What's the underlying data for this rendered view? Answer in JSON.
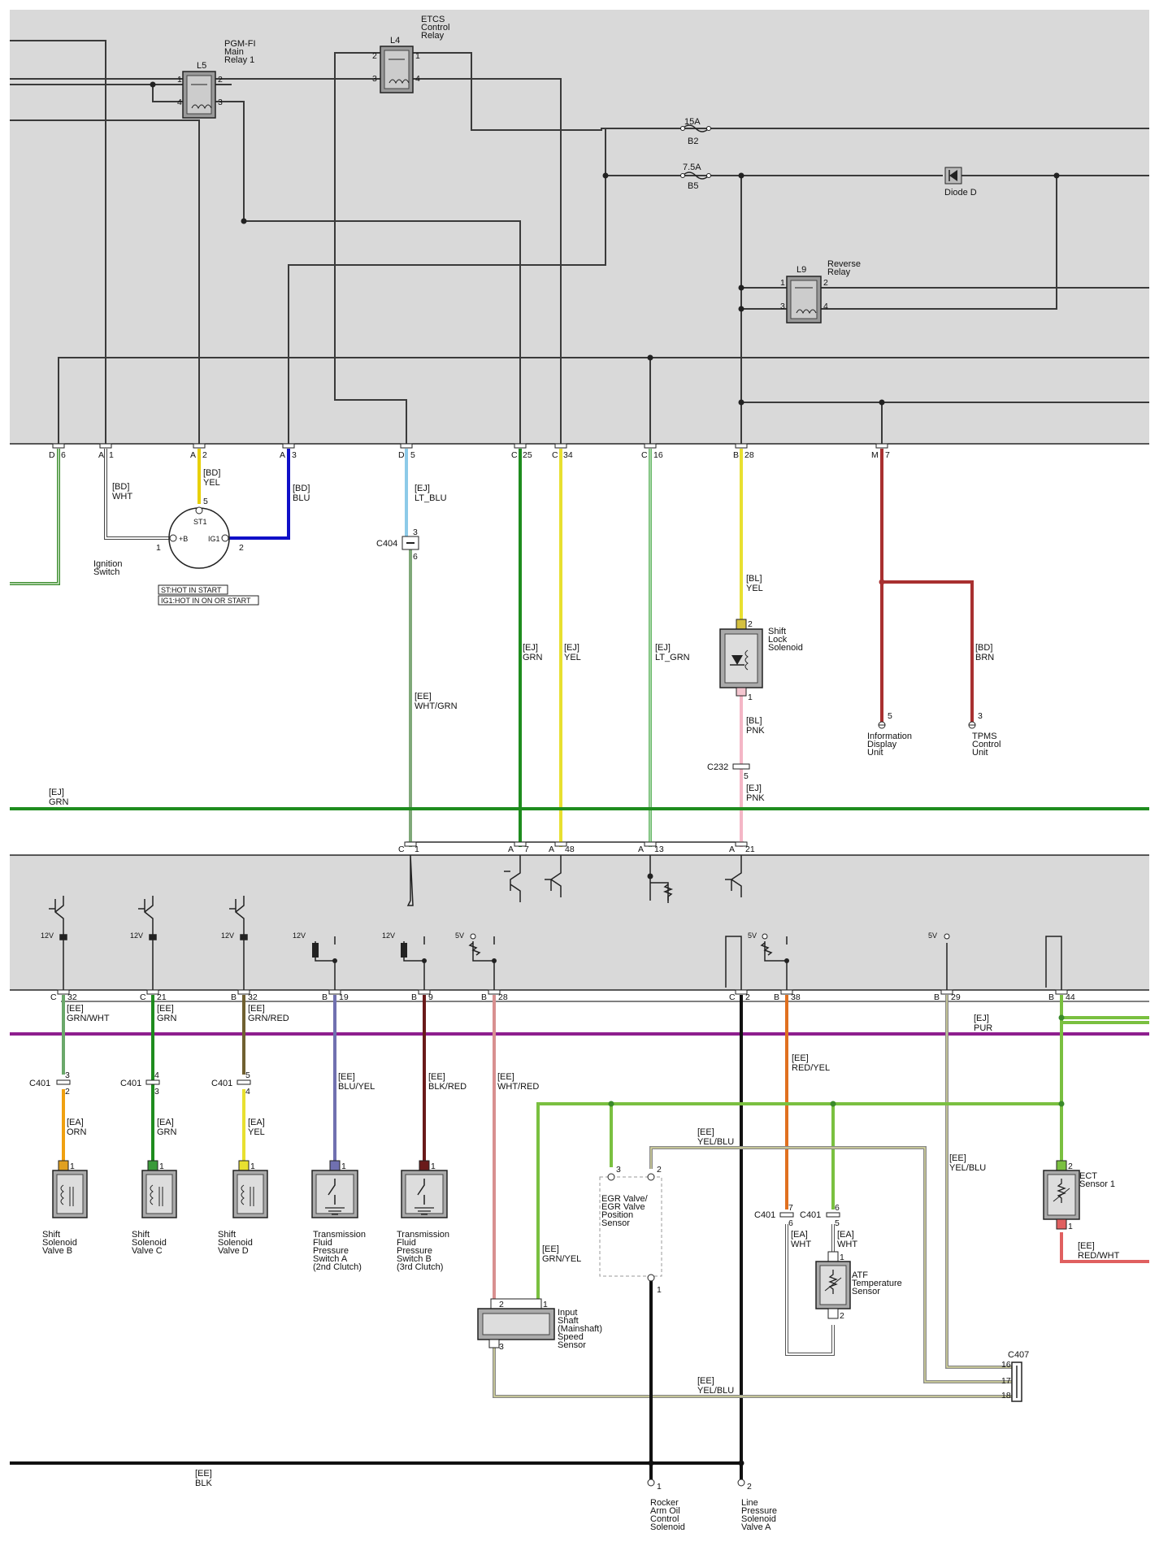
{
  "components": {
    "l5": {
      "ref": "L5",
      "name": [
        "PGM-FI",
        "Main",
        "Relay 1"
      ],
      "pins": [
        "1",
        "2",
        "4",
        "3"
      ]
    },
    "l4": {
      "ref": "L4",
      "name": [
        "ETCS",
        "Control",
        "Relay"
      ],
      "pins": [
        "2",
        "1",
        "3",
        "4"
      ]
    },
    "l9": {
      "ref": "L9",
      "name": [
        "Reverse",
        "Relay"
      ],
      "pins": [
        "1",
        "2",
        "3",
        "4"
      ]
    },
    "fuse_b2": {
      "rating": "15A",
      "ref": "B2"
    },
    "fuse_b5": {
      "rating": "7.5A",
      "ref": "B5"
    },
    "diode_d": {
      "label": "Diode D"
    },
    "ignition": {
      "name": [
        "Ignition",
        "Switch"
      ],
      "st1": "ST1",
      "plus_b": "+B",
      "ig1": "IG1",
      "pin5": "5",
      "pin1": "1",
      "pin2": "2",
      "note1": "ST:HOT IN START",
      "note2": "IG1:HOT IN ON OR START"
    },
    "shift_lock": {
      "name": [
        "Shift",
        "Lock",
        "Solenoid"
      ],
      "pin2": "2",
      "pin1": "1"
    },
    "info_display": {
      "name": [
        "Information",
        "Display",
        "Unit"
      ],
      "pin": "5"
    },
    "tpms": {
      "name": [
        "TPMS",
        "Control",
        "Unit"
      ],
      "pin": "3"
    },
    "c404": {
      "ref": "C404",
      "pin_a": "3",
      "pin_b": "6"
    },
    "c232": {
      "ref": "C232",
      "pin": "5"
    },
    "ssv_b": {
      "name": [
        "Shift",
        "Solenoid",
        "Valve B"
      ],
      "pin": "1"
    },
    "ssv_c": {
      "name": [
        "Shift",
        "Solenoid",
        "Valve C"
      ],
      "pin": "1"
    },
    "ssv_d": {
      "name": [
        "Shift",
        "Solenoid",
        "Valve D"
      ],
      "pin": "1"
    },
    "tfps_a": {
      "name": [
        "Transmission",
        "Fluid",
        "Pressure",
        "Switch A",
        "(2nd Clutch)"
      ],
      "pin": "1"
    },
    "tfps_b": {
      "name": [
        "Transmission",
        "Fluid",
        "Pressure",
        "Switch B",
        "(3rd Clutch)"
      ],
      "pin": "1"
    },
    "egr": {
      "name": [
        "EGR Valve/",
        "EGR Valve",
        "Position",
        "Sensor"
      ],
      "pin3": "3",
      "pin2": "2",
      "pin1": "1"
    },
    "ect": {
      "name": [
        "ECT",
        "Sensor 1"
      ],
      "pin2": "2",
      "pin1": "1"
    },
    "atf": {
      "name": [
        "ATF",
        "Temperature",
        "Sensor"
      ],
      "pin1": "1",
      "pin2": "2"
    },
    "input_shaft": {
      "name": [
        "Input",
        "Shaft",
        "(Mainshaft)",
        "Speed",
        "Sensor"
      ],
      "pin2": "2",
      "pin1": "1",
      "pin3": "3"
    },
    "c407": {
      "ref": "C407",
      "pins": [
        "16",
        "17",
        "18"
      ]
    },
    "rocker": {
      "name": [
        "Rocker",
        "Arm Oil",
        "Control",
        "Solenoid"
      ],
      "pin": "1"
    },
    "line_pressure": {
      "name": [
        "Line",
        "Pressure",
        "Solenoid",
        "Valve A"
      ],
      "pin": "2"
    }
  },
  "upper_pins": [
    {
      "conn": "D",
      "pin": "6"
    },
    {
      "conn": "A",
      "pin": "1"
    },
    {
      "conn": "A",
      "pin": "2"
    },
    {
      "conn": "A",
      "pin": "3"
    },
    {
      "conn": "D",
      "pin": "5"
    },
    {
      "conn": "C",
      "pin": "25"
    },
    {
      "conn": "C",
      "pin": "34"
    },
    {
      "conn": "C",
      "pin": "16"
    },
    {
      "conn": "B",
      "pin": "28"
    },
    {
      "conn": "M",
      "pin": "7"
    }
  ],
  "mid_pins": [
    {
      "conn": "C",
      "pin": "1"
    },
    {
      "conn": "A",
      "pin": "7"
    },
    {
      "conn": "A",
      "pin": "48"
    },
    {
      "conn": "A",
      "pin": "13"
    },
    {
      "conn": "A",
      "pin": "21"
    }
  ],
  "lower_pins": [
    {
      "conn": "C",
      "pin": "32"
    },
    {
      "conn": "C",
      "pin": "21"
    },
    {
      "conn": "B",
      "pin": "32"
    },
    {
      "conn": "B",
      "pin": "19"
    },
    {
      "conn": "B",
      "pin": "9"
    },
    {
      "conn": "B",
      "pin": "28"
    },
    {
      "conn": "C",
      "pin": "2"
    },
    {
      "conn": "B",
      "pin": "38"
    },
    {
      "conn": "B",
      "pin": "29"
    },
    {
      "conn": "B",
      "pin": "44"
    }
  ],
  "supply": {
    "v12": "12V",
    "v5": "5V"
  },
  "c401": {
    "ref": "C401",
    "pairs": [
      [
        "3",
        "2"
      ],
      [
        "4",
        "3"
      ],
      [
        "5",
        "4"
      ],
      [
        "7",
        "6"
      ],
      [
        "6",
        "5"
      ]
    ]
  },
  "wires": {
    "bd_wht": [
      "[BD]",
      "WHT"
    ],
    "bd_yel": [
      "[BD]",
      "YEL"
    ],
    "bd_blu": [
      "[BD]",
      "BLU"
    ],
    "ej_lt_blu": [
      "[EJ]",
      "LT_BLU"
    ],
    "ee_wht_grn": [
      "[EE]",
      "WHT/GRN"
    ],
    "ej_grn": [
      "[EJ]",
      "GRN"
    ],
    "ej_yel": [
      "[EJ]",
      "YEL"
    ],
    "ej_lt_grn": [
      "[EJ]",
      "LT_GRN"
    ],
    "bl_yel": [
      "[BL]",
      "YEL"
    ],
    "bl_pnk": [
      "[BL]",
      "PNK"
    ],
    "ej_pnk": [
      "[EJ]",
      "PNK"
    ],
    "bd_brn": [
      "[BD]",
      "BRN"
    ],
    "ej_grn_bus": [
      "[EJ]",
      "GRN"
    ],
    "ee_grn_wht": [
      "[EE]",
      "GRN/WHT"
    ],
    "ee_grn": [
      "[EE]",
      "GRN"
    ],
    "ee_grn_red": [
      "[EE]",
      "GRN/RED"
    ],
    "ee_blu_yel": [
      "[EE]",
      "BLU/YEL"
    ],
    "ee_blk_red": [
      "[EE]",
      "BLK/RED"
    ],
    "ee_wht_red": [
      "[EE]",
      "WHT/RED"
    ],
    "ej_pur": [
      "[EJ]",
      "PUR"
    ],
    "ea_orn": [
      "[EA]",
      "ORN"
    ],
    "ea_grn": [
      "[EA]",
      "GRN"
    ],
    "ea_yel": [
      "[EA]",
      "YEL"
    ],
    "ee_red_yel": [
      "[EE]",
      "RED/YEL"
    ],
    "ee_yel_blu_a": [
      "[EE]",
      "YEL/BLU"
    ],
    "ee_yel_blu_b": [
      "[EE]",
      "YEL/BLU"
    ],
    "ee_yel_blu_c": [
      "[EE]",
      "YEL/BLU"
    ],
    "ee_grn_yel": [
      "[EE]",
      "GRN/YEL"
    ],
    "ea_wht_a": [
      "[EA]",
      "WHT"
    ],
    "ea_wht_b": [
      "[EA]",
      "WHT"
    ],
    "ee_red_wht": [
      "[EE]",
      "RED/WHT"
    ],
    "ee_blk": [
      "[EE]",
      "BLK"
    ]
  }
}
